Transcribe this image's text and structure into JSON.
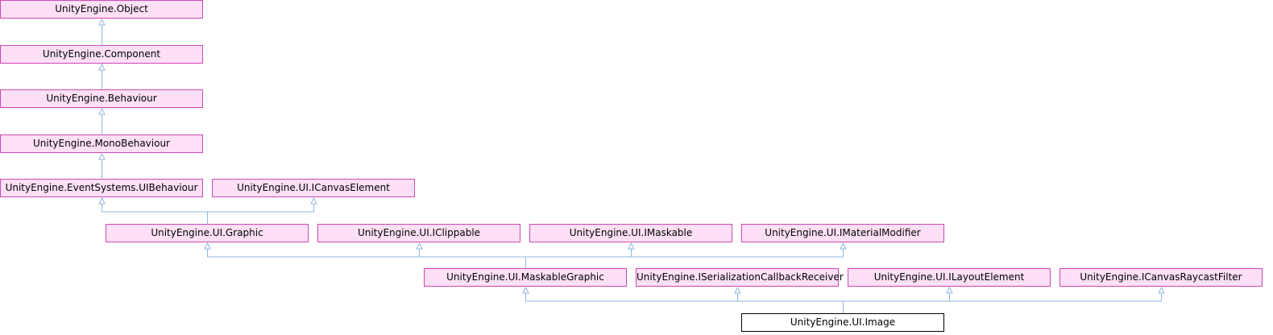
{
  "diagram": {
    "nodes": {
      "object": "UnityEngine.Object",
      "component": "UnityEngine.Component",
      "behaviour": "UnityEngine.Behaviour",
      "monobehaviour": "UnityEngine.MonoBehaviour",
      "uibehaviour": "UnityEngine.EventSystems.UIBehaviour",
      "icanvaselement": "UnityEngine.UI.ICanvasElement",
      "graphic": "UnityEngine.UI.Graphic",
      "iclippable": "UnityEngine.UI.IClippable",
      "imaskable": "UnityEngine.UI.IMaskable",
      "imaterialmodifier": "UnityEngine.UI.IMaterialModifier",
      "maskablegraphic": "UnityEngine.UI.MaskableGraphic",
      "iserialization": "UnityEngine.ISerializationCallbackReceiver",
      "ilayoutelement": "UnityEngine.UI.ILayoutElement",
      "icanvasraycastfilter": "UnityEngine.ICanvasRaycastFilter",
      "image": "UnityEngine.UI.Image"
    },
    "current_node": "image",
    "edges": [
      {
        "from": "component",
        "to": "object"
      },
      {
        "from": "behaviour",
        "to": "component"
      },
      {
        "from": "monobehaviour",
        "to": "behaviour"
      },
      {
        "from": "uibehaviour",
        "to": "monobehaviour"
      },
      {
        "from": "graphic",
        "to": "uibehaviour"
      },
      {
        "from": "graphic",
        "to": "icanvaselement"
      },
      {
        "from": "maskablegraphic",
        "to": "graphic"
      },
      {
        "from": "maskablegraphic",
        "to": "iclippable"
      },
      {
        "from": "maskablegraphic",
        "to": "imaskable"
      },
      {
        "from": "maskablegraphic",
        "to": "imaterialmodifier"
      },
      {
        "from": "image",
        "to": "maskablegraphic"
      },
      {
        "from": "image",
        "to": "iserialization"
      },
      {
        "from": "image",
        "to": "ilayoutelement"
      },
      {
        "from": "image",
        "to": "icanvasraycastfilter"
      }
    ],
    "colors": {
      "node_fill": "#fde0f5",
      "node_border": "#d147b8",
      "current_fill": "#ffffff",
      "current_border": "#000000",
      "edge": "#8fb8e0"
    }
  }
}
